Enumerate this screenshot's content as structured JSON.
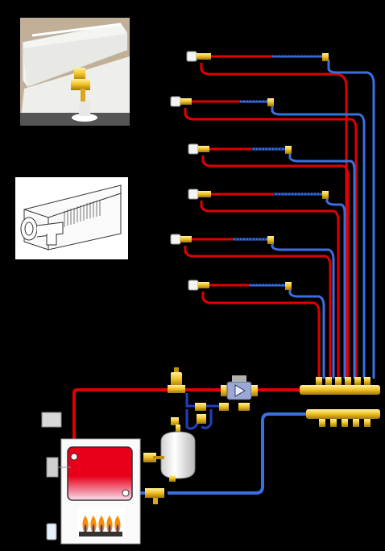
{
  "diagram": {
    "colors": {
      "background": "#000000",
      "supply_pipe": "#e00000",
      "return_pipe": "#3a6fe0",
      "brass": "#f0c020",
      "boiler_tank_top": "#e8001a",
      "boiler_tank_bottom": "#f7e0f0",
      "expansion_tank": "#f2f2f2",
      "burner_flame": "#ff8c00"
    },
    "zones": [
      {
        "id": 1,
        "valve_icon": "thermostatic-valve-icon"
      },
      {
        "id": 2,
        "valve_icon": "thermostatic-valve-icon"
      },
      {
        "id": 3,
        "valve_icon": "thermostatic-valve-icon"
      },
      {
        "id": 4,
        "valve_icon": "thermostatic-valve-icon"
      },
      {
        "id": 5,
        "valve_icon": "thermostatic-valve-icon"
      },
      {
        "id": 6,
        "valve_icon": "thermostatic-valve-icon"
      }
    ],
    "components": {
      "supply_manifold_icon": "supply-manifold-icon",
      "return_manifold_icon": "return-manifold-icon",
      "circulator_icon": "circulator-pump-icon",
      "air_vent_icon": "air-vent-icon",
      "expansion_tank_icon": "expansion-tank-icon",
      "boiler_icon": "boiler-icon",
      "burner_icon": "burner-flame-icon",
      "gas_valve_icon": "gas-valve-icon",
      "photo_baseboard": "baseboard-heater-photo",
      "sketch_valve": "baseboard-valve-sketch"
    }
  }
}
